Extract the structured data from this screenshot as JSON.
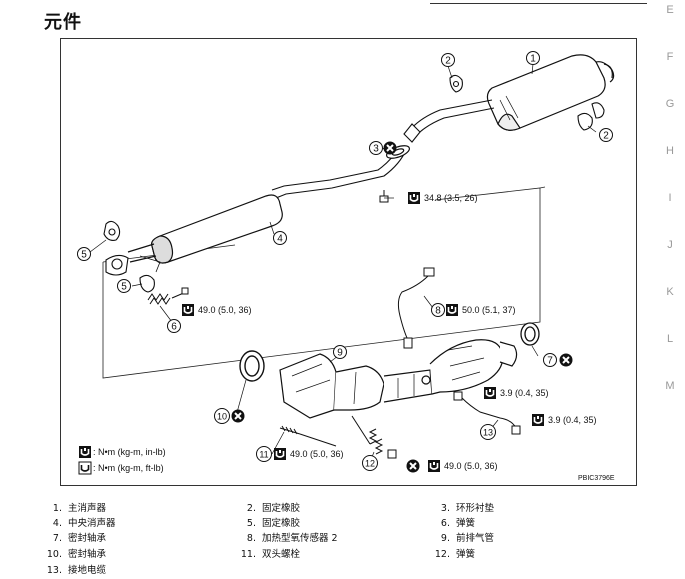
{
  "page": {
    "title": "元件",
    "index_letters": [
      "E",
      "F",
      "G",
      "H",
      "I",
      "J",
      "K",
      "L",
      "M"
    ]
  },
  "diagram": {
    "callouts": {
      "c1": "34.8 (3.5, 26)",
      "c2": "49.0 (5.0, 36)",
      "c3": "50.0 (5.1, 37)",
      "c4": "3.9 (0.4, 35)",
      "c5": "3.9 (0.4, 35)",
      "c6": "49.0 (5.0, 36)",
      "c7": "49.0 (5.0, 36)"
    },
    "legend": {
      "inlb": ": N•m (kg-m, in-lb)",
      "ftlb": ": N•m (kg-m, ft-lb)"
    },
    "code": "PBIC3796E",
    "part_numbers": {
      "n1": "1",
      "n2a": "2",
      "n2b": "2",
      "n3": "3",
      "n4": "4",
      "n5a": "5",
      "n5b": "5",
      "n6": "6",
      "n7": "7",
      "n8": "8",
      "n9": "9",
      "n10": "10",
      "n11": "11",
      "n12": "12",
      "n13": "13"
    }
  },
  "parts": [
    {
      "num": "1.",
      "name": "主消声器"
    },
    {
      "num": "2.",
      "name": "固定橡胶"
    },
    {
      "num": "3.",
      "name": "环形衬垫"
    },
    {
      "num": "4.",
      "name": "中央消声器"
    },
    {
      "num": "5.",
      "name": "固定橡胶"
    },
    {
      "num": "6.",
      "name": "弹簧"
    },
    {
      "num": "7.",
      "name": "密封轴承"
    },
    {
      "num": "8.",
      "name": "加热型氧传感器 2"
    },
    {
      "num": "9.",
      "name": "前排气管"
    },
    {
      "num": "10.",
      "name": "密封轴承"
    },
    {
      "num": "11.",
      "name": "双头螺栓"
    },
    {
      "num": "12.",
      "name": "弹簧"
    },
    {
      "num": "13.",
      "name": "接地电缆"
    }
  ]
}
